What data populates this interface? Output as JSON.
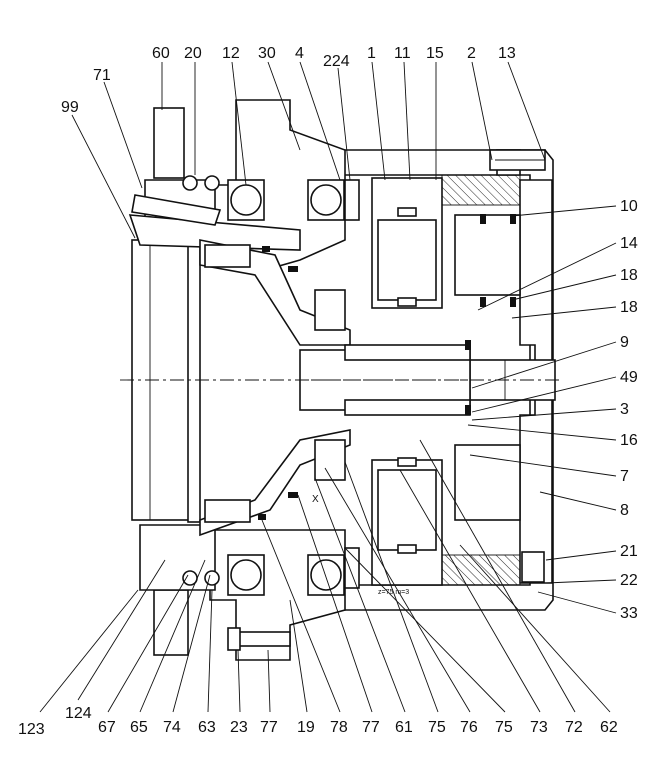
{
  "labels": {
    "top": [
      "60",
      "20",
      "12",
      "30",
      "4",
      "224",
      "1",
      "11",
      "15",
      "2",
      "13"
    ],
    "top_left": [
      "71",
      "99"
    ],
    "right": [
      "10",
      "14",
      "18",
      "18",
      "9",
      "49",
      "3",
      "16",
      "7",
      "8",
      "21",
      "22",
      "33"
    ],
    "bottom": [
      "123",
      "124",
      "67",
      "65",
      "74",
      "63",
      "23",
      "77",
      "19",
      "78",
      "77",
      "61",
      "75",
      "76",
      "75",
      "73",
      "72",
      "62"
    ]
  },
  "annotations": {
    "gear_marking": "z=75 m=3",
    "section_mark": "X"
  }
}
